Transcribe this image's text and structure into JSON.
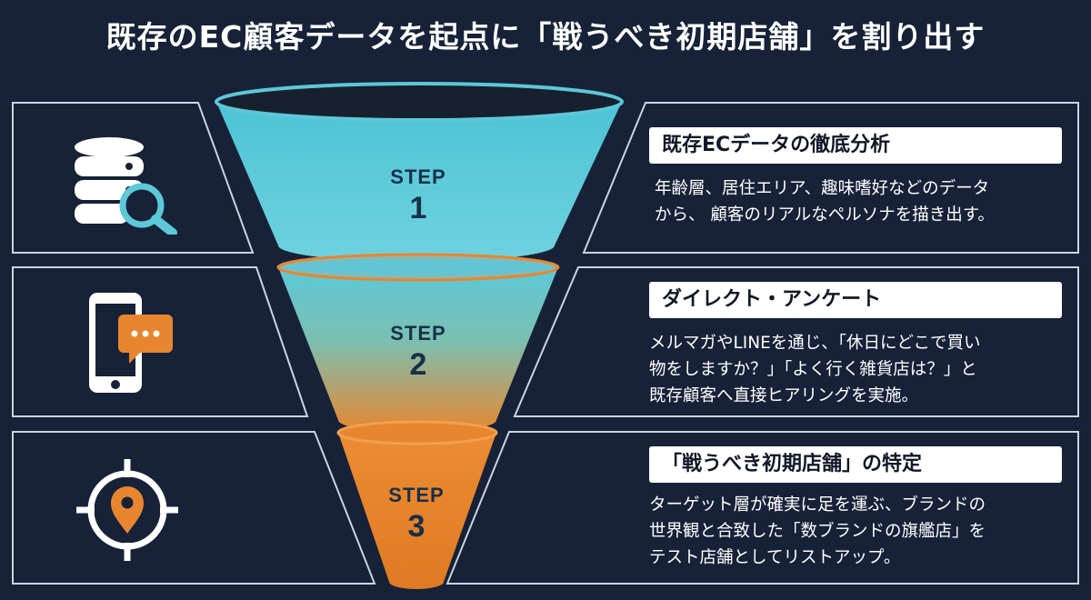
{
  "title": "既存のEC顧客データを起点に「戦うべき初期店舗」を割り出す",
  "colors": {
    "background": "#172238",
    "panel_border": "#cdd3dc",
    "teal": "#5cc8d8",
    "orange": "#e8862f",
    "label_text": "#173048"
  },
  "steps": [
    {
      "step_word": "STEP",
      "number": "1",
      "icon": "database-search-icon",
      "heading": "既存ECデータの徹底分析",
      "lines": [
        "年齢層、居住エリア、趣味嗜好などのデータ",
        "から、 顧客のリアルなペルソナを描き出す。"
      ]
    },
    {
      "step_word": "STEP",
      "number": "2",
      "icon": "smartphone-chat-icon",
      "heading": "ダイレクト・アンケート",
      "lines": [
        "メルマガやLINEを通じ、「休日にどこで買い",
        "物をしますか？」「よく行く雑貨店は？」と",
        "既存顧客へ直接ヒアリングを実施。"
      ]
    },
    {
      "step_word": "STEP",
      "number": "3",
      "icon": "target-location-icon",
      "heading": "「戦うべき初期店舗」の特定",
      "lines": [
        "ターゲット層が確実に足を運ぶ、ブランドの",
        "世界観と合致した「数ブランドの旗艦店」を",
        "テスト店舗としてリストアップ。"
      ]
    }
  ]
}
